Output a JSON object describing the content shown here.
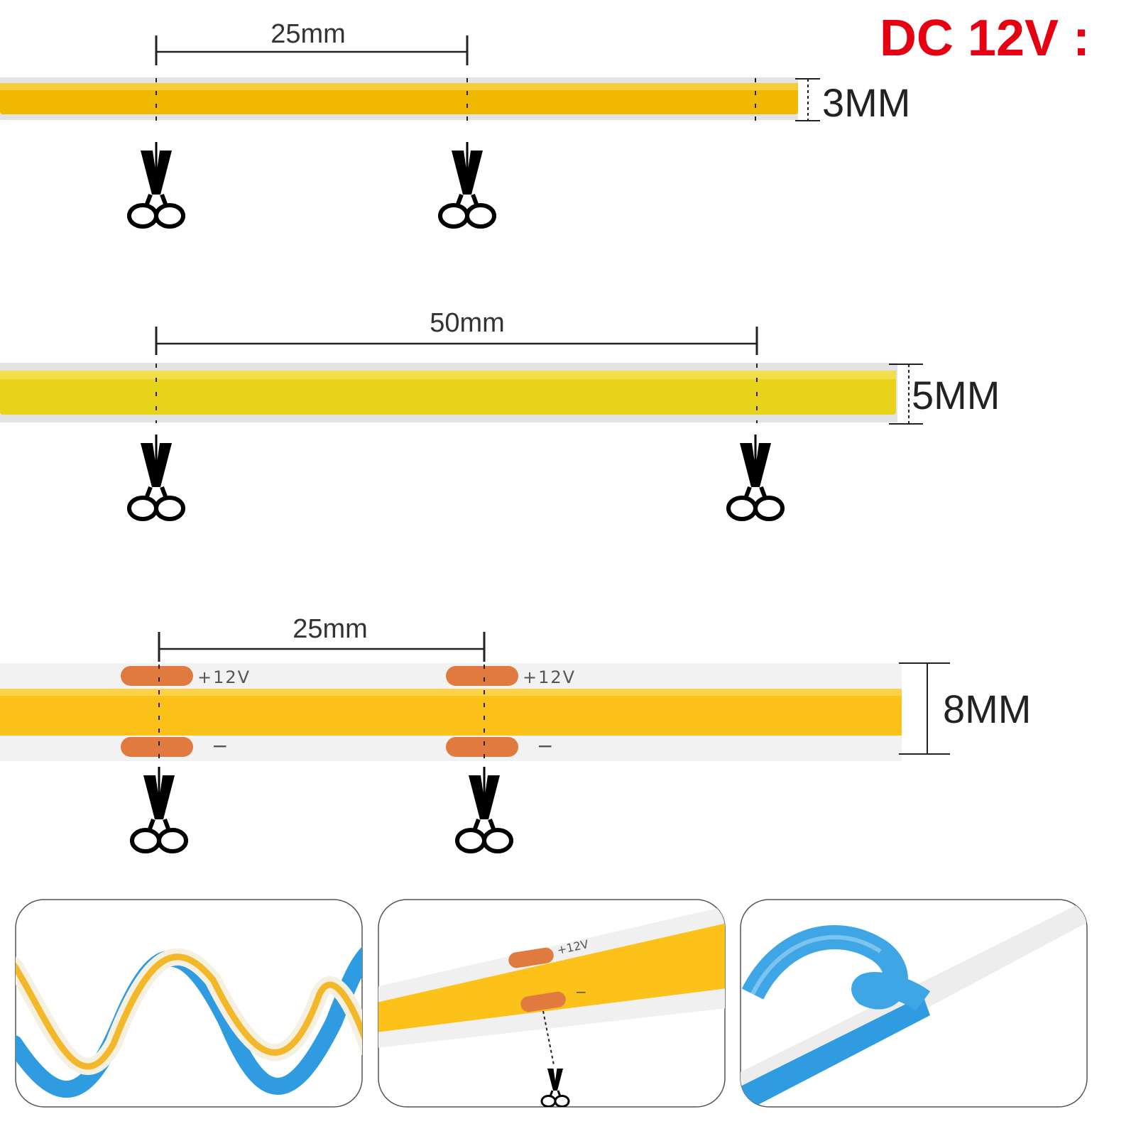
{
  "heading": {
    "text": "DC 12V :",
    "color": "#e60012"
  },
  "strips": [
    {
      "width_label": "3MM",
      "cut_distance": "25mm"
    },
    {
      "width_label": "5MM",
      "cut_distance": "50mm"
    },
    {
      "width_label": "8MM",
      "cut_distance": "25mm",
      "pad_labels": {
        "positive": "+12V",
        "negative": "−"
      }
    }
  ],
  "panels": [
    {
      "name": "spiral-flex"
    },
    {
      "name": "cut-closeup",
      "pad_labels": {
        "positive": "+12V",
        "negative": "−"
      }
    },
    {
      "name": "adhesive-backing"
    }
  ],
  "colors": {
    "led_3mm": "#f0b800",
    "led_5mm": "#e8d21a",
    "led_8mm": "#fcc21a",
    "pcb": "#ececec",
    "copper_pad": "#e07a3e",
    "tape_blue": "#2f9be0",
    "icon": "#000000"
  },
  "icons": [
    "scissors-icon",
    "arrow-down-icon"
  ]
}
